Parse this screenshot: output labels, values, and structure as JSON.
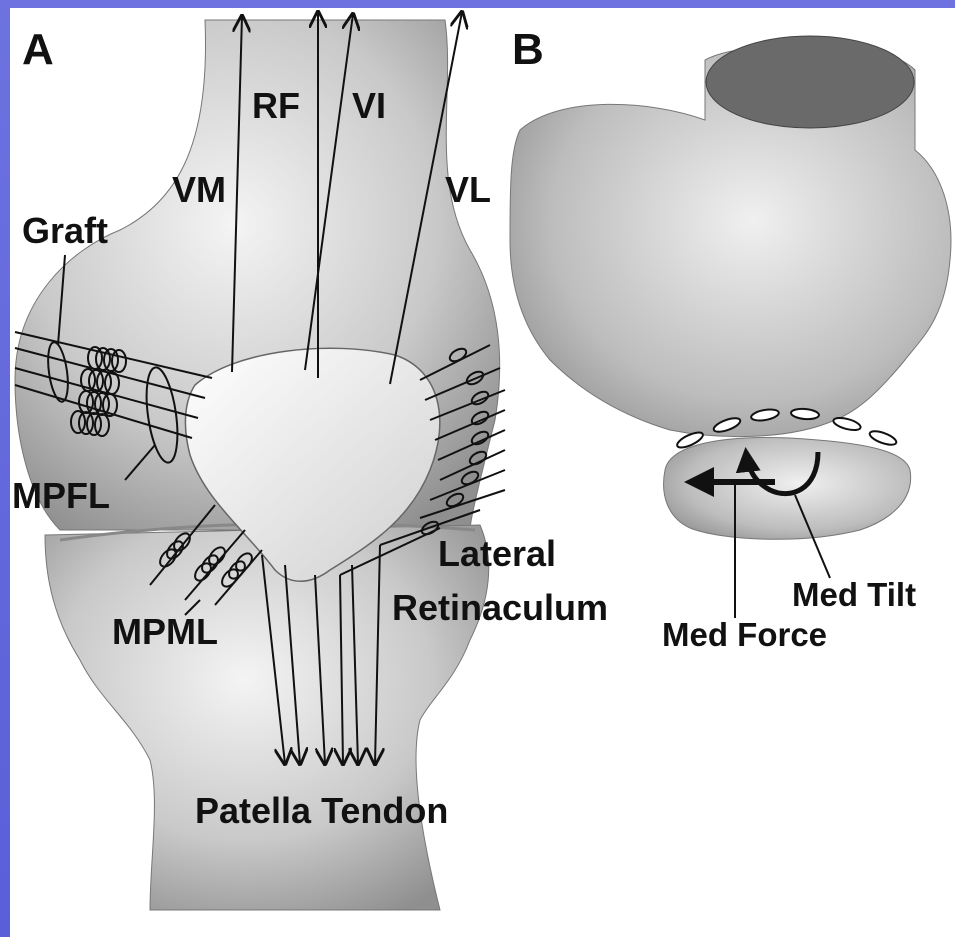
{
  "panel_a": {
    "letter": "A",
    "labels": {
      "rf": "RF",
      "vi": "VI",
      "vm": "VM",
      "vl": "VL",
      "graft": "Graft",
      "mpfl": "MPFL",
      "mpml": "MPML",
      "lateral_retinaculum_1": "Lateral",
      "lateral_retinaculum_2": "Retinaculum",
      "patella_tendon": "Patella Tendon"
    }
  },
  "panel_b": {
    "letter": "B",
    "labels": {
      "med_tilt": "Med Tilt",
      "med_force": "Med Force"
    }
  },
  "colors": {
    "background_border": "#5a5fd8",
    "bone_fill": "#d9d9d9",
    "bone_shade": "#9a9a9a",
    "line": "#111111"
  }
}
